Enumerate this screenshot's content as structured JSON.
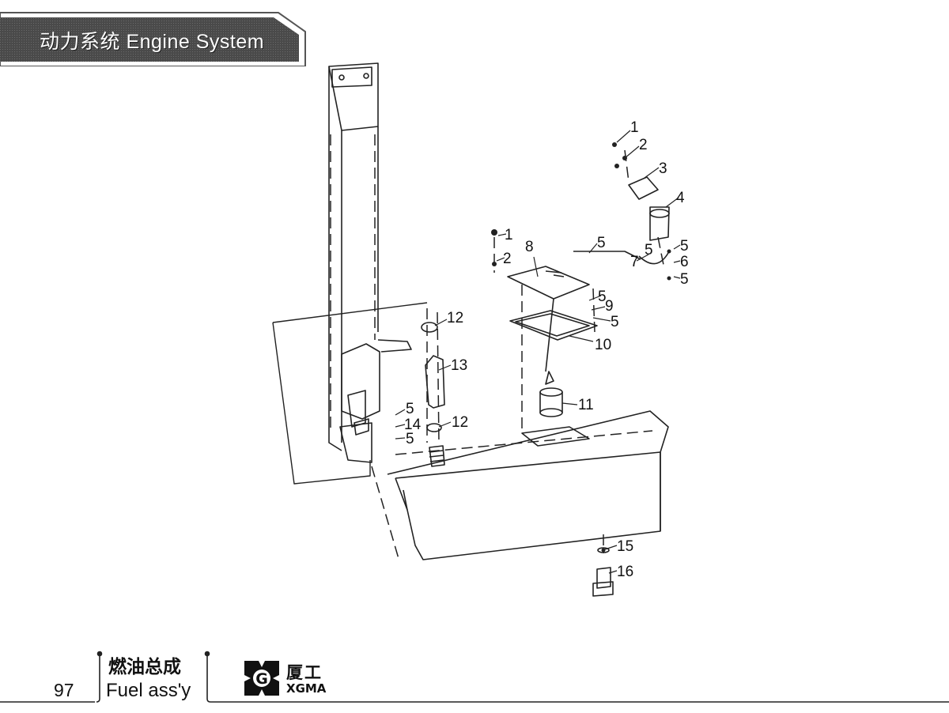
{
  "header": {
    "title": "动力系统  Engine System"
  },
  "diagram": {
    "callouts": {
      "c1": "1",
      "c2": "2",
      "c3": "3",
      "c4": "4",
      "c5a": "5",
      "c5b": "5",
      "c6": "6",
      "c5c": "5",
      "c7": "7",
      "c1b": "1",
      "c2b": "2",
      "c8": "8",
      "c5d": "5",
      "c9": "9",
      "c5e": "5",
      "c10": "10",
      "c11": "11",
      "c12a": "12",
      "c13": "13",
      "c12b": "12",
      "c5f": "5",
      "c14": "14",
      "c5g": "5",
      "c15": "15",
      "c16": "16"
    }
  },
  "footer": {
    "page_number": "97",
    "title_cn": "燃油总成",
    "title_en": "Fuel ass'y",
    "logo_cn": "厦工",
    "logo_en": "XGMA"
  }
}
